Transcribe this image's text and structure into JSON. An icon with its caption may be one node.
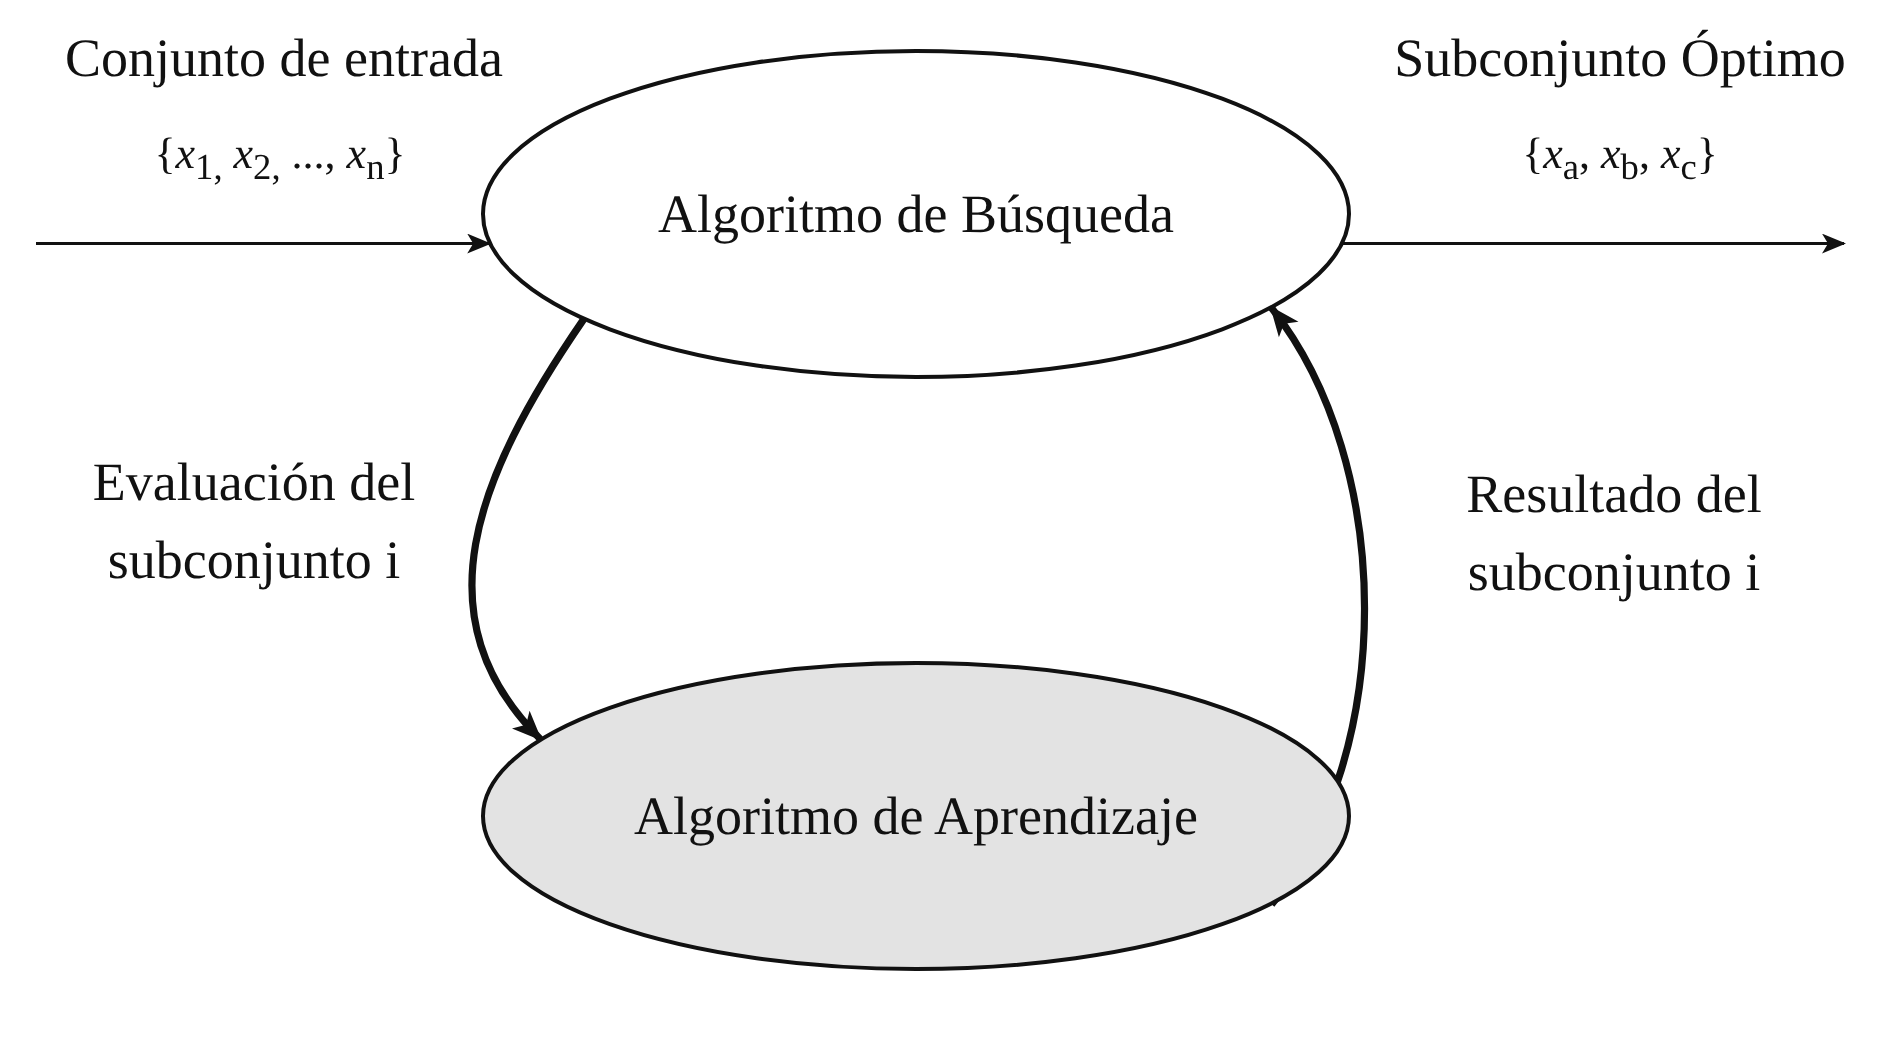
{
  "diagram": {
    "nodes": [
      {
        "text": [
          "Algoritmo de Búsqueda"
        ]
      },
      {
        "text": [
          "Algoritmo de Aprendizaje"
        ]
      }
    ],
    "edges": [
      {
        "from": null,
        "to": 0,
        "arrow": "to"
      },
      {
        "from": 0,
        "to": null,
        "arrow": "to"
      },
      {
        "from": 0,
        "to": 1,
        "arrow": "to",
        "label": "Evaluación del subconjunto i",
        "style": "thick"
      },
      {
        "from": 1,
        "to": 0,
        "arrow": "to",
        "label": "Resultado del subconjunto i",
        "style": "thick"
      }
    ],
    "labels": [
      "Conjunto de entrada",
      "{*x*$_{1,}$ *x*$_{2,}$ ..., *x*$_{n}$}",
      "Subconjunto Óptimo",
      "{*x*$_{a}$, *x*$_{b}$, *x*$_{c}$}"
    ]
  }
}
